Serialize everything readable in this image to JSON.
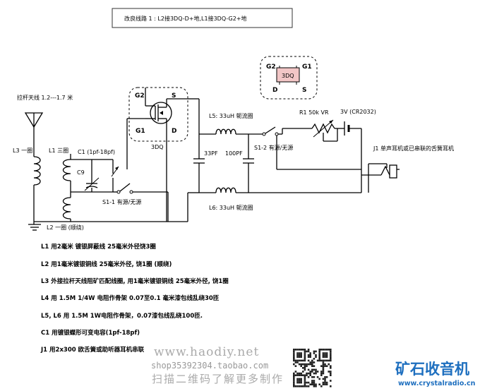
{
  "title": "改良线路 1 : L2接3DQ-D+地,L1接3DQ-G2+地",
  "colors": {
    "brand": "#1e6fbf",
    "transistor_fill": "#f2c6c6",
    "watermark": "#aaaaaa"
  },
  "labels": {
    "antenna": "拉杆天线 1.2---1.7 米",
    "l3": "L3 一圈",
    "l1": "L1 三圈",
    "c1": "C1 (1pf-18pf)",
    "c9": "C9",
    "s1_1": "S1-1 有源/无源",
    "l2": "L2 一圈 (顺绕)",
    "transistor": "3DQ",
    "pin_g2": "G2",
    "pin_s": "S",
    "pin_g1": "G1",
    "pin_d": "D",
    "l5": "L5: 33uH 轭流圈",
    "l6": "L6: 33uH 轭流圈",
    "c_33": "33PF",
    "c_100": "100PF",
    "s1_2": "S1-2 有源/无源",
    "r1": "R1 50k VR",
    "battery": "3V (CR2032)",
    "j1": "J1 单声耳机或已串联的舌簧耳机",
    "inset_chip": "3DQ",
    "inset_g2": "G2",
    "inset_g1": "G1",
    "inset_d": "D",
    "inset_s": "S"
  },
  "notes": [
    "L1 用2毫米 镀银屏蔽线 25毫米外径饶3圈",
    "L2 用1毫米镀银铜线 25毫米外径, 饶1圈 (顺绕)",
    "L3 外接拉杆天线阻矿匹配线圈, 用1毫米镀银铜线 25毫米外径, 饶1圈",
    "L4 用 1.5M 1/4W 电阻作骨架 0.07至0.1 毫米漆包线乱绕30匝",
    "L5, L6 用 1.5M 1W电阻作骨架，0.07漆包线乱绕100匝.",
    "C1 用镀银蝶形可变电容(1pf-18pf)",
    "J1 用2x300 欧舌簧或助听器耳机串联"
  ],
  "watermark": {
    "site": "www.haodiy.net",
    "shop": "shop35392304.taobao.com",
    "scan": "扫描二维码了解更多制作"
  },
  "brand": {
    "name": "矿石收音机",
    "url": "www.crystalradio.cn"
  }
}
